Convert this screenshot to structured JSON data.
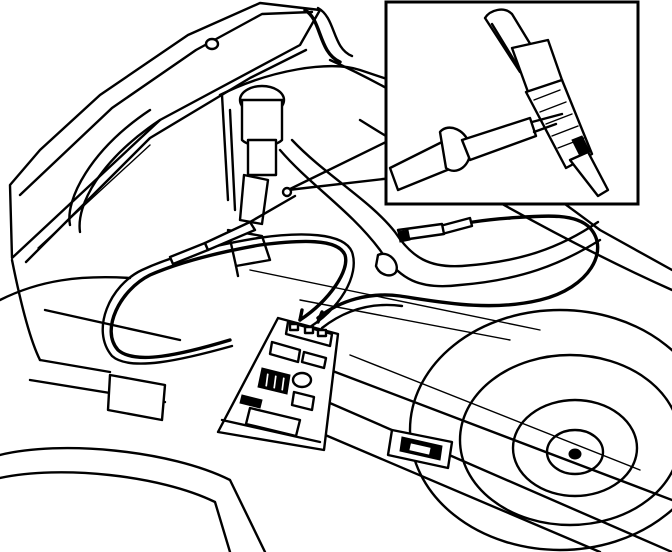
{
  "figure": {
    "subject": "trunk",
    "parts": [
      "trunk-lid",
      "trunk-floor",
      "spare-wheel",
      "rear-bumper",
      "lock-striker",
      "antenna-mast",
      "antenna-cable",
      "multimeter",
      "test-probe",
      "ground-clip",
      "detail-inset"
    ]
  }
}
